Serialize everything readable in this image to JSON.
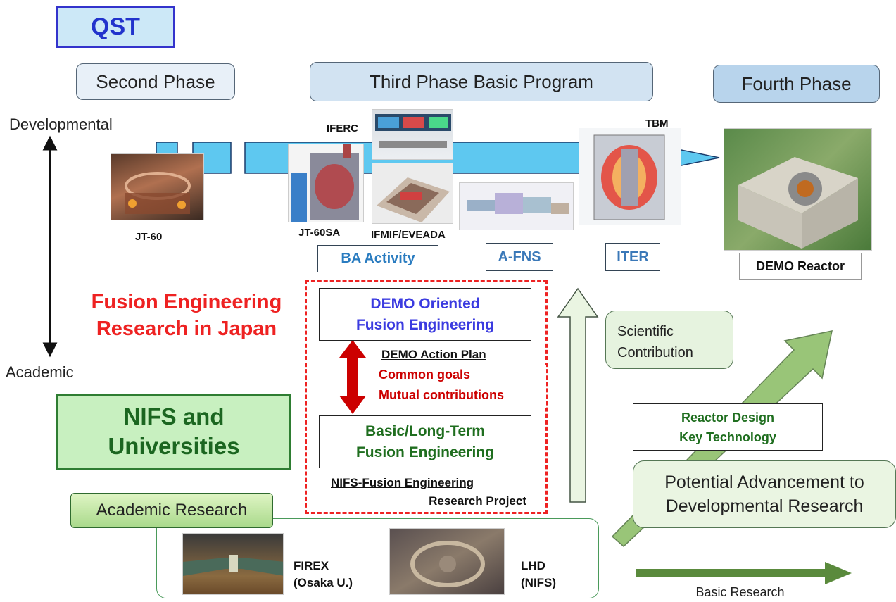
{
  "header": {
    "logo": "QST"
  },
  "phases": {
    "second": "Second Phase",
    "third": "Third Phase Basic Program",
    "fourth": "Fourth Phase"
  },
  "axis": {
    "top": "Developmental",
    "bottom": "Academic"
  },
  "facilities": {
    "jt60": "JT-60",
    "iferc": "IFERC",
    "jt60sa": "JT-60SA",
    "ifmif": "IFMIF/EVEADA",
    "tbm": "TBM",
    "demo_reactor": "DEMO Reactor",
    "firex": [
      "FIREX",
      "(Osaka U.)"
    ],
    "lhd": [
      "LHD",
      "(NIFS)"
    ]
  },
  "activities": {
    "ba": "BA Activity",
    "afns": "A-FNS",
    "iter": "ITER"
  },
  "fusion_title": [
    "Fusion Engineering",
    "Research in Japan"
  ],
  "nifs_box": [
    "NIFS and",
    "Universities"
  ],
  "academic_research": "Academic Research",
  "center": {
    "demo_oriented": [
      "DEMO Oriented",
      "Fusion Engineering"
    ],
    "demo_action_plan": "DEMO Action Plan",
    "common_goals": [
      "Common goals",
      "Mutual contributions"
    ],
    "basic_long": [
      "Basic/Long-Term",
      "Fusion Engineering"
    ],
    "nifs_project": [
      "NIFS-Fusion Engineering",
      "Research Project"
    ]
  },
  "right": {
    "scientific": [
      "Scientific",
      "Contribution"
    ],
    "reactor_design": [
      "Reactor Design",
      "Key Technology"
    ],
    "potential": [
      "Potential Advancement to",
      "Developmental Research"
    ],
    "basic_research": "Basic Research"
  },
  "colors": {
    "red": "#ee2222",
    "blue_title": "#3b3be0",
    "green_text": "#1f6e1f",
    "arrow_blue": "#5ec8f0",
    "arrow_green": "#8fbf6a"
  }
}
